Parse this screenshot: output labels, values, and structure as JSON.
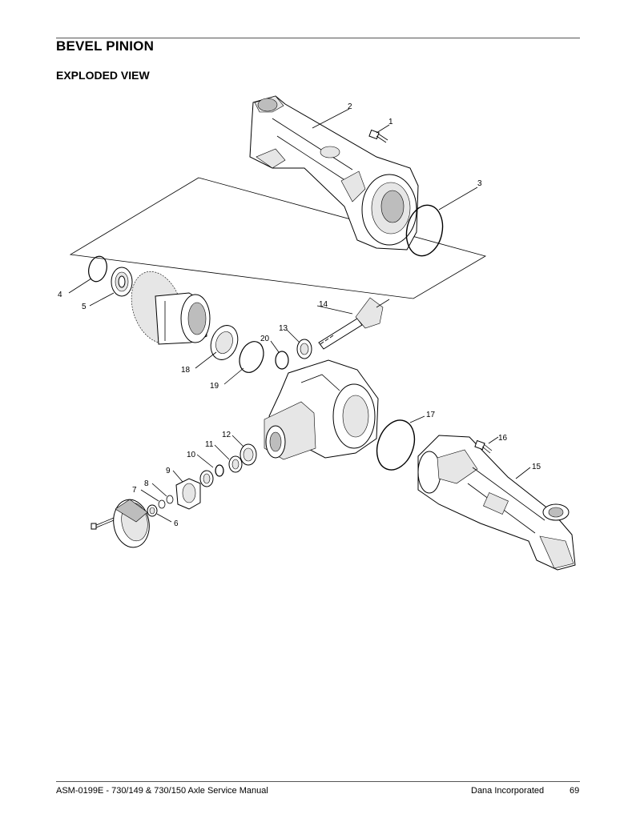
{
  "header": {
    "section_title": "BEVEL PINION",
    "sub_title": "EXPLODED VIEW"
  },
  "callouts": [
    "1",
    "2",
    "3",
    "4",
    "5",
    "6",
    "7",
    "8",
    "9",
    "10",
    "11",
    "12",
    "13",
    "14",
    "15",
    "16",
    "17",
    "18",
    "19",
    "20"
  ],
  "footer": {
    "manual_title": "ASM-0199E - 730/149 & 730/150 Axle Service Manual",
    "company": "Dana Incorporated",
    "page_number": "69"
  }
}
